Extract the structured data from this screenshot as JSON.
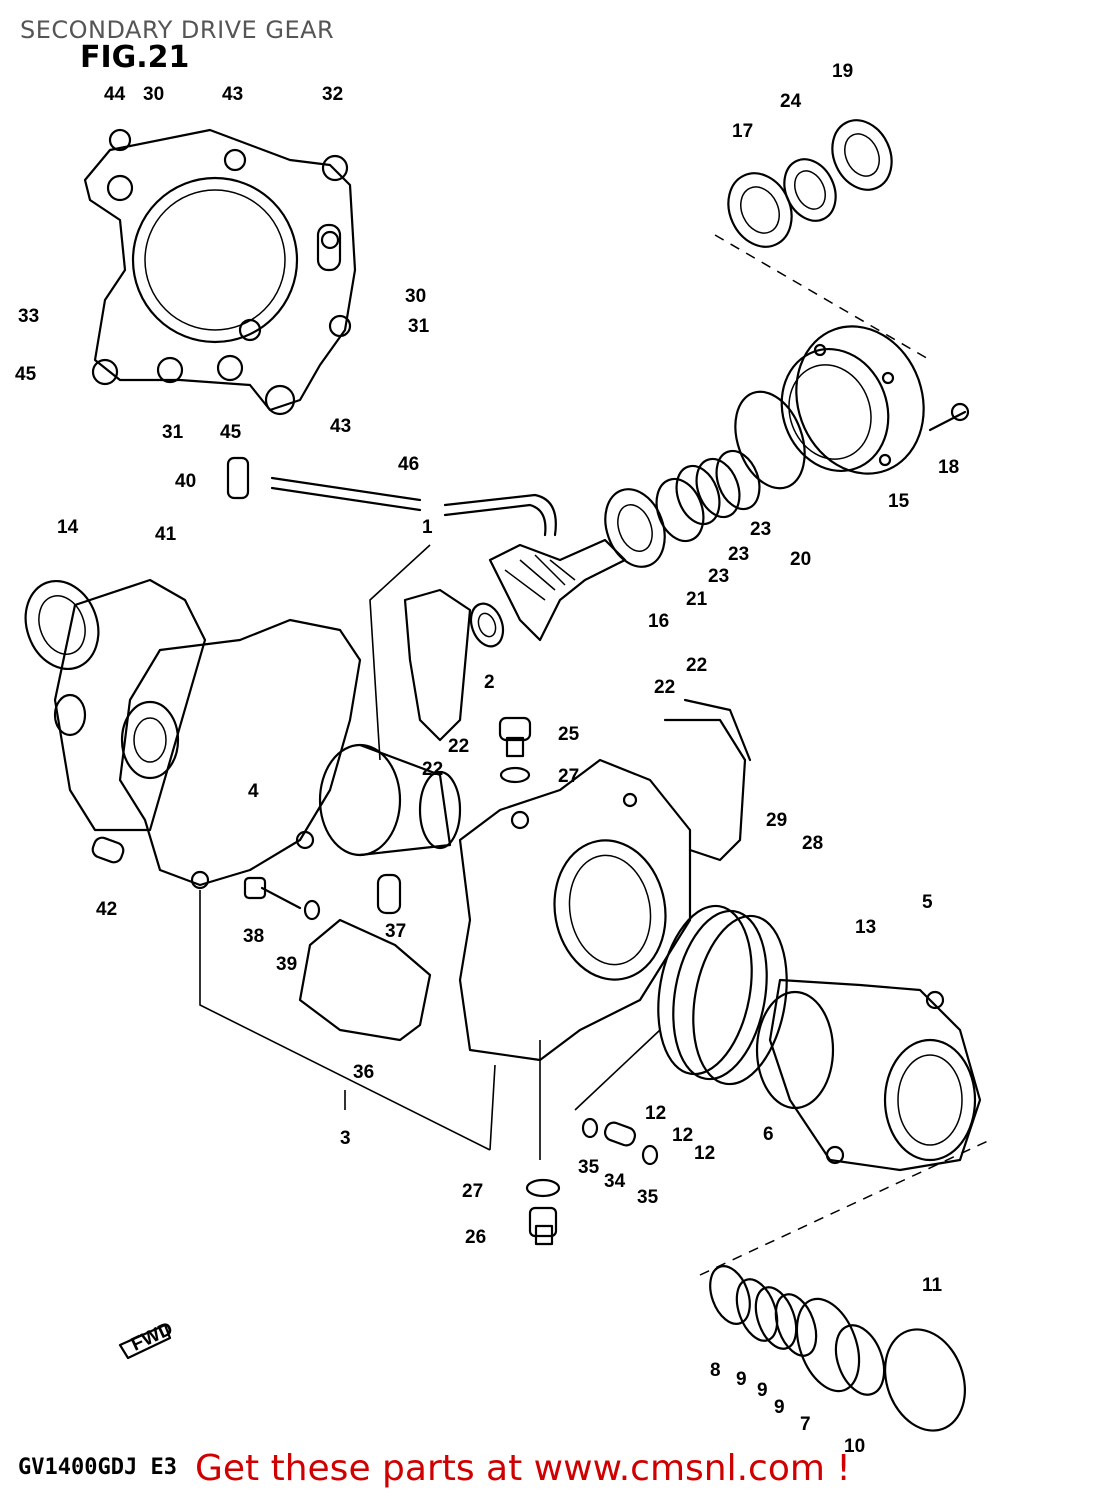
{
  "header": {
    "title": "SECONDARY DRIVE GEAR",
    "figure": "FIG.21"
  },
  "footer": {
    "model_code": "GV1400GDJ  E3",
    "promo": "Get these parts at www.cmsnl.com !"
  },
  "fwd_marker": "FWD",
  "callouts": [
    "44",
    "30",
    "43",
    "32",
    "30",
    "33",
    "31",
    "45",
    "31",
    "45",
    "43",
    "17",
    "24",
    "19",
    "18",
    "15",
    "20",
    "23",
    "23",
    "23",
    "21",
    "16",
    "40",
    "46",
    "1",
    "14",
    "41",
    "2",
    "22",
    "22",
    "22",
    "22",
    "25",
    "27",
    "4",
    "29",
    "28",
    "42",
    "38",
    "39",
    "37",
    "36",
    "3",
    "5",
    "13",
    "12",
    "12",
    "12",
    "6",
    "35",
    "34",
    "35",
    "27",
    "26",
    "11",
    "8",
    "9",
    "9",
    "9",
    "7",
    "10"
  ]
}
